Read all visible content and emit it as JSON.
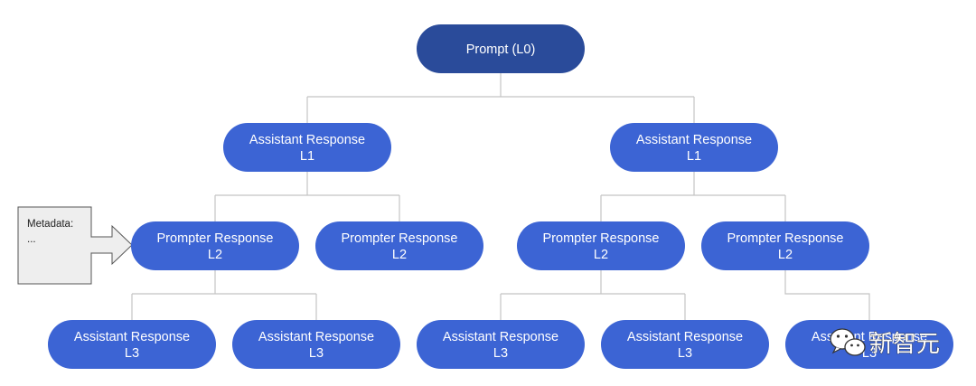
{
  "colors": {
    "root": "#2a4b9a",
    "node": "#3c64d4",
    "edge": "#c4c4c4",
    "metadata_fill": "#eeeeee"
  },
  "nodes": [
    {
      "id": "root",
      "lines": [
        "Prompt (L0)"
      ]
    },
    {
      "id": "a1-left",
      "lines": [
        "Assistant Response",
        "L1"
      ]
    },
    {
      "id": "a1-right",
      "lines": [
        "Assistant Response",
        "L1"
      ]
    },
    {
      "id": "p2-1",
      "lines": [
        "Prompter Response",
        "L2"
      ]
    },
    {
      "id": "p2-2",
      "lines": [
        "Prompter Response",
        "L2"
      ]
    },
    {
      "id": "p2-3",
      "lines": [
        "Prompter Response",
        "L2"
      ]
    },
    {
      "id": "p2-4",
      "lines": [
        "Prompter Response",
        "L2"
      ]
    },
    {
      "id": "a3-1",
      "lines": [
        "Assistant Response",
        "L3"
      ]
    },
    {
      "id": "a3-2",
      "lines": [
        "Assistant Response",
        "L3"
      ]
    },
    {
      "id": "a3-3",
      "lines": [
        "Assistant Response",
        "L3"
      ]
    },
    {
      "id": "a3-4",
      "lines": [
        "Assistant Response",
        "L3"
      ]
    },
    {
      "id": "a3-5",
      "lines": [
        "Assistant Response",
        "L3"
      ]
    }
  ],
  "metadata": {
    "label": "Metadata:",
    "value": "..."
  },
  "watermark": {
    "text": "新智元",
    "icon": "wechat-icon"
  }
}
